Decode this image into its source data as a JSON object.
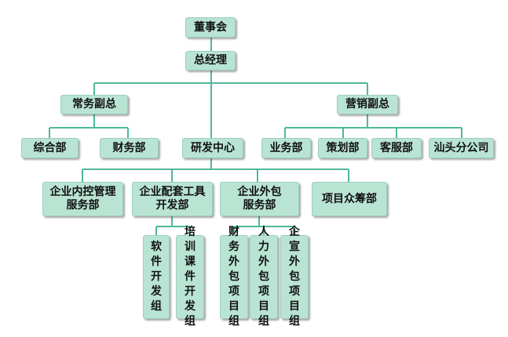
{
  "org": {
    "board": "董事会",
    "gm": "总经理",
    "vp_ops": "常务副总",
    "vp_sales": "营销副总",
    "general": "综合部",
    "finance": "财务部",
    "rnd": "研发中心",
    "sales_dept": "业务部",
    "planning": "策划部",
    "service": "客服部",
    "shantou": "汕头分公司",
    "ic_mgmt_line1": "企业内控管理",
    "ic_mgmt_line2": "服务部",
    "tools_line1": "企业配套工具",
    "tools_line2": "开发部",
    "outsourcing_line1": "企业外包",
    "outsourcing_line2": "服务部",
    "crowdfunding": "项目众筹部",
    "software_group": "软件开发组",
    "training_group": "培训课件开发组",
    "fin_outsource_group": "财务外包项目组",
    "hr_outsource_group": "人力外包项目组",
    "promo_outsource_group": "企宣外包项目组"
  },
  "colors": {
    "box_fill": "#b9e4d3",
    "connector": "#4fb89c"
  }
}
